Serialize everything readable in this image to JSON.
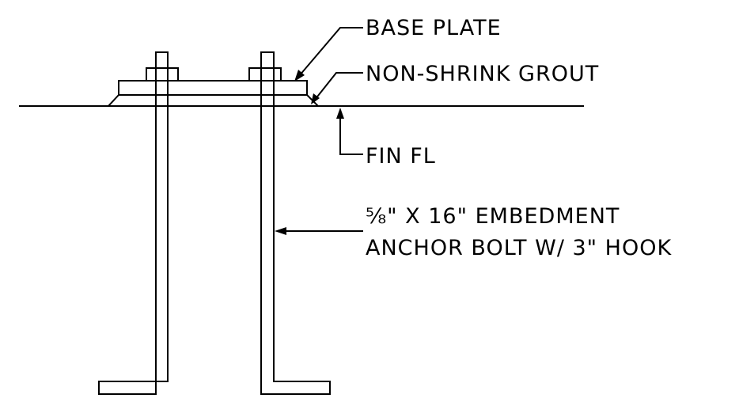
{
  "labels": {
    "base_plate": "BASE PLATE",
    "grout": "NON-SHRINK GROUT",
    "floor": "FIN FL",
    "bolt_size": "⅝\" X 16\" EMBEDMENT",
    "bolt_desc": "ANCHOR BOLT W/ 3\" HOOK"
  },
  "colors": {
    "line": "#000000",
    "background": "#ffffff"
  }
}
